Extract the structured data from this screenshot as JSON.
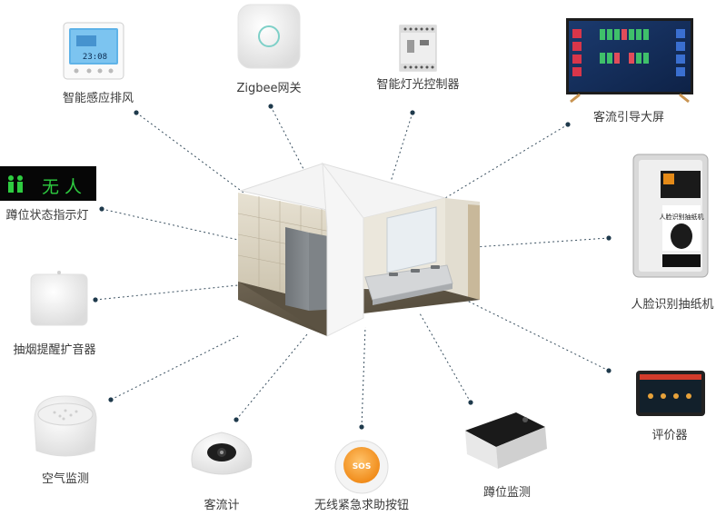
{
  "center": {
    "name": "restroom-3d-model"
  },
  "devices": [
    {
      "id": "thermostat",
      "label": "智能感应排风",
      "screen_text": "23:08"
    },
    {
      "id": "zigbee",
      "label": "Zigbee网关"
    },
    {
      "id": "light-controller",
      "label": "智能灯光控制器"
    },
    {
      "id": "guide-screen",
      "label": "客流引导大屏"
    },
    {
      "id": "stall-indicator",
      "label": "蹲位状态指示灯",
      "display_text": "无 人"
    },
    {
      "id": "face-dispenser",
      "label": "人脸识别抽纸机",
      "screen_text": "人脸识别抽纸机"
    },
    {
      "id": "smoke-speaker",
      "label": "抽烟提醒扩音器"
    },
    {
      "id": "air-monitor",
      "label": "空气监测"
    },
    {
      "id": "people-counter",
      "label": "客流计"
    },
    {
      "id": "sos-button",
      "label": "无线紧急求助按钮",
      "button_text": "SOS"
    },
    {
      "id": "stall-monitor",
      "label": "蹲位监测"
    },
    {
      "id": "evaluator",
      "label": "评价器"
    }
  ]
}
